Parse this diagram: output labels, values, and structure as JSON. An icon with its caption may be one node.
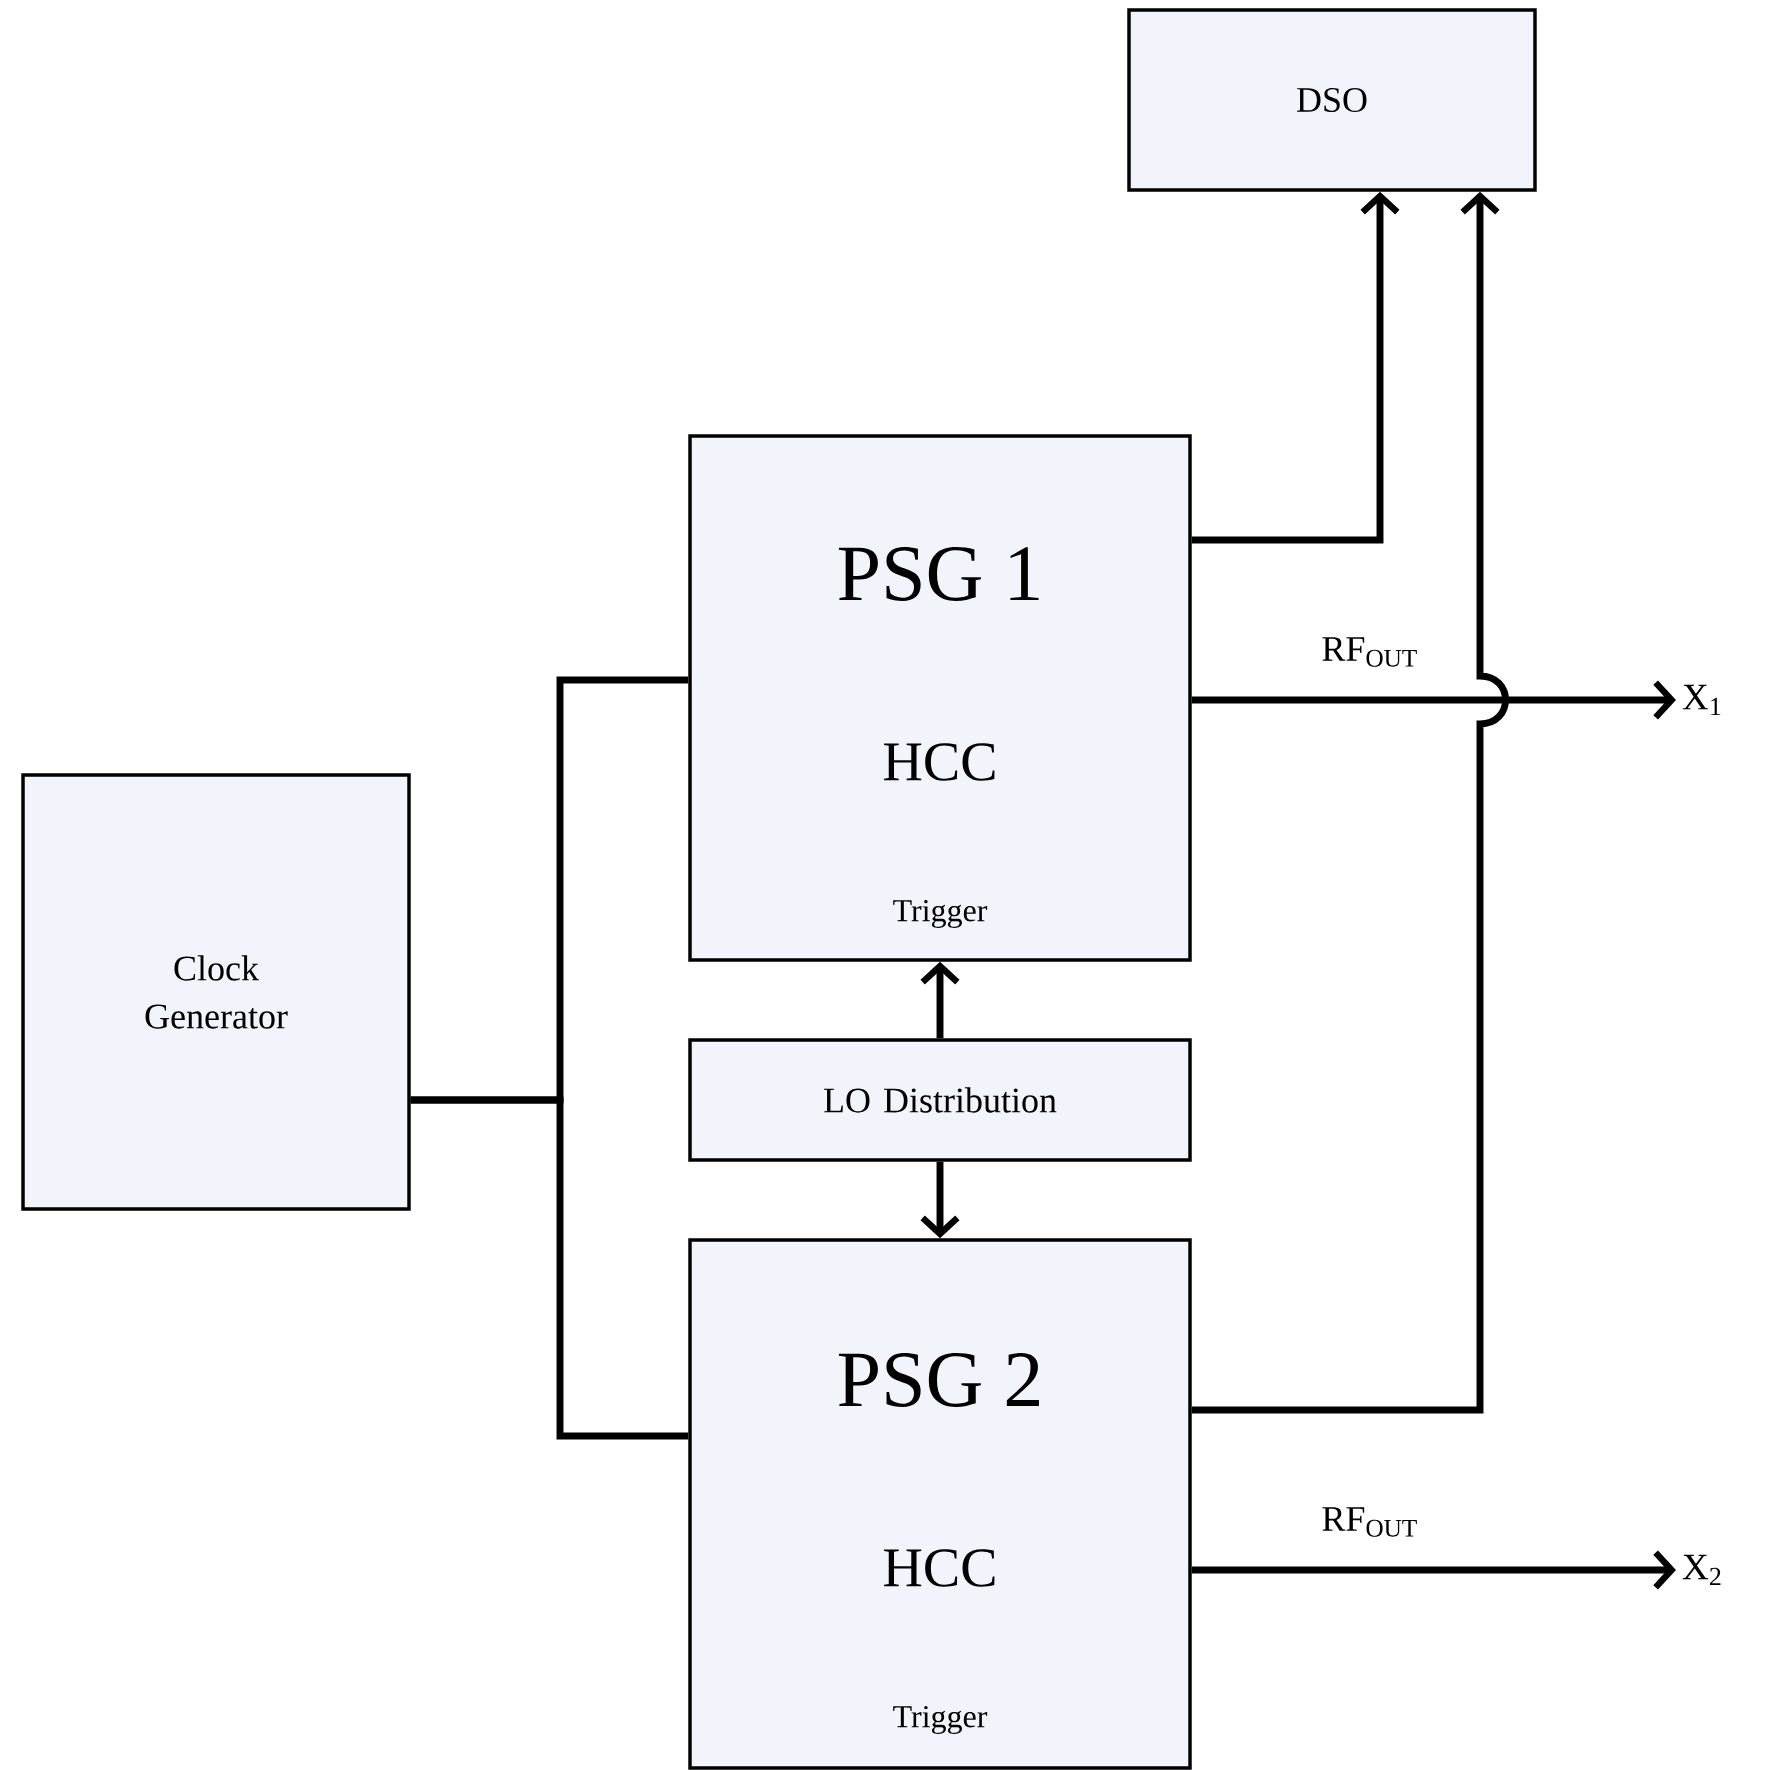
{
  "diagram": {
    "nodes": [
      {
        "text": [
          "DSO"
        ]
      },
      {
        "text": [
          "PSG 1",
          "HCC",
          "Trigger"
        ]
      },
      {
        "text": [
          "Clock Generator"
        ]
      },
      {
        "text": [
          "LO Distribution"
        ]
      },
      {
        "text": [
          "PSG 2",
          "HCC",
          "Trigger"
        ]
      },
      {
        "text": [
          "X$_{1}$"
        ]
      },
      {
        "text": [
          "X$_{2}$"
        ]
      }
    ],
    "edges": [
      {
        "from": 1,
        "to": 0,
        "arrow": "to"
      },
      {
        "from": 4,
        "to": 0,
        "arrow": "to"
      },
      {
        "from": 1,
        "to": 5,
        "arrow": "to",
        "label": "RF$_{OUT}$"
      },
      {
        "from": 4,
        "to": 6,
        "arrow": "to",
        "label": "RF$_{OUT}$"
      },
      {
        "from": 2,
        "to": 1,
        "arrow": "none"
      },
      {
        "from": 2,
        "to": 4,
        "arrow": "none"
      },
      {
        "from": 3,
        "to": 1,
        "arrow": "to"
      },
      {
        "from": 3,
        "to": 4,
        "arrow": "to"
      }
    ]
  }
}
